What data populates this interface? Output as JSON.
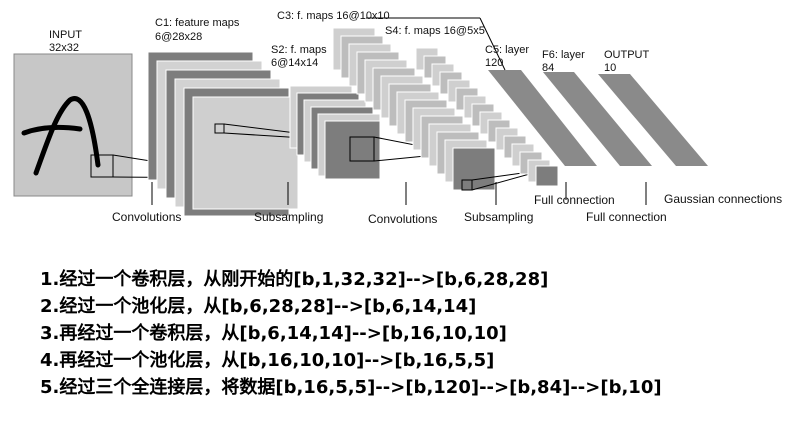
{
  "diagram": {
    "labels": {
      "input": [
        "INPUT",
        "32x32"
      ],
      "c1": [
        "C1: feature maps",
        "6@28x28"
      ],
      "s2": [
        "S2: f. maps",
        "6@14x14"
      ],
      "c3": "C3: f. maps 16@10x10",
      "s4": "S4: f. maps 16@5x5",
      "c5": [
        "C5: layer",
        "120"
      ],
      "f6": [
        "F6: layer",
        "84"
      ],
      "output": [
        "OUTPUT",
        "10"
      ]
    },
    "captions": {
      "conv1": "Convolutions",
      "sub1": "Subsampling",
      "conv2": "Convolutions",
      "sub2": "Subsampling",
      "full1": "Full connection",
      "full2": "Full connection",
      "gauss": "Gaussian connections"
    },
    "colors": {
      "input_bg": "#c7c7c7",
      "map_dark": "#7d7d7d",
      "map_light": "#cfcfcf",
      "band": "#8a8a8a"
    }
  },
  "steps": [
    "1.经过一个卷积层，从刚开始的[b,1,32,32]-->[b,6,28,28]",
    "2.经过一个池化层，从[b,6,28,28]-->[b,6,14,14]",
    "3.再经过一个卷积层，从[b,6,14,14]-->[b,16,10,10]",
    "4.再经过一个池化层，从[b,16,10,10]-->[b,16,5,5]",
    "5.经过三个全连接层，将数据[b,16,5,5]-->[b,120]-->[b,84]-->[b,10]"
  ]
}
